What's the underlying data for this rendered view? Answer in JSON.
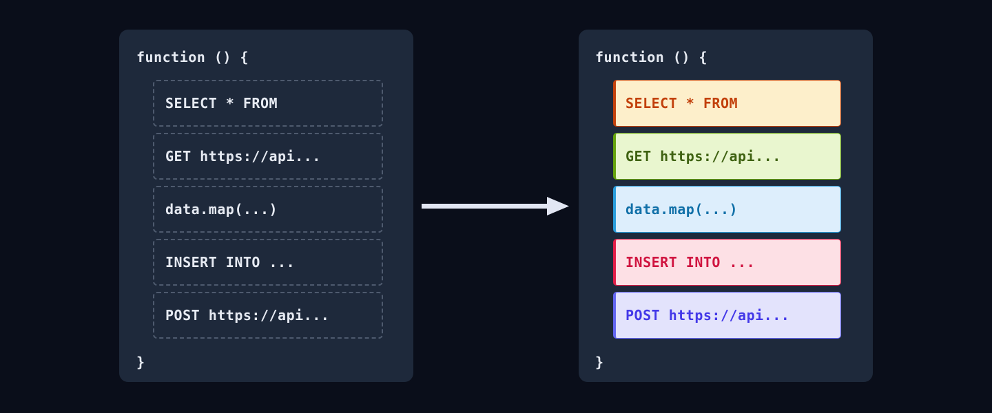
{
  "theme": {
    "page_bg": "#0a0e1a",
    "panel_bg": "#1e293b",
    "code_text": "#e6eaf2",
    "dashed_border": "#4e5a6e",
    "arrow_color": "#e2e6f3"
  },
  "panel_before": {
    "name": "before-panel",
    "function_open": "function () {",
    "function_close": "}",
    "statements": [
      {
        "text": "SELECT * FROM"
      },
      {
        "text": "GET https://api..."
      },
      {
        "text": "data.map(...)"
      },
      {
        "text": "INSERT INTO ..."
      },
      {
        "text": "POST https://api..."
      }
    ]
  },
  "panel_after": {
    "name": "after-panel",
    "function_open": "function () {",
    "function_close": "}",
    "statements": [
      {
        "text": "SELECT * FROM",
        "kind": "sql-select",
        "bg": "#fdefcb",
        "fg": "#c2410c",
        "border": "#c2410c"
      },
      {
        "text": "GET https://api...",
        "kind": "http-get",
        "bg": "#e9f6cf",
        "fg": "#3f6212",
        "border": "#65a30d"
      },
      {
        "text": "data.map(...)",
        "kind": "js-map",
        "bg": "#ddeefc",
        "fg": "#1170a8",
        "border": "#2a9ddb"
      },
      {
        "text": "INSERT INTO ...",
        "kind": "sql-insert",
        "bg": "#fde0e5",
        "fg": "#d01440",
        "border": "#e11d48"
      },
      {
        "text": "POST https://api...",
        "kind": "http-post",
        "bg": "#e3e3fc",
        "fg": "#4338e8",
        "border": "#6366f1"
      }
    ]
  },
  "arrow": {
    "label": "transform-arrow",
    "direction": "right"
  }
}
